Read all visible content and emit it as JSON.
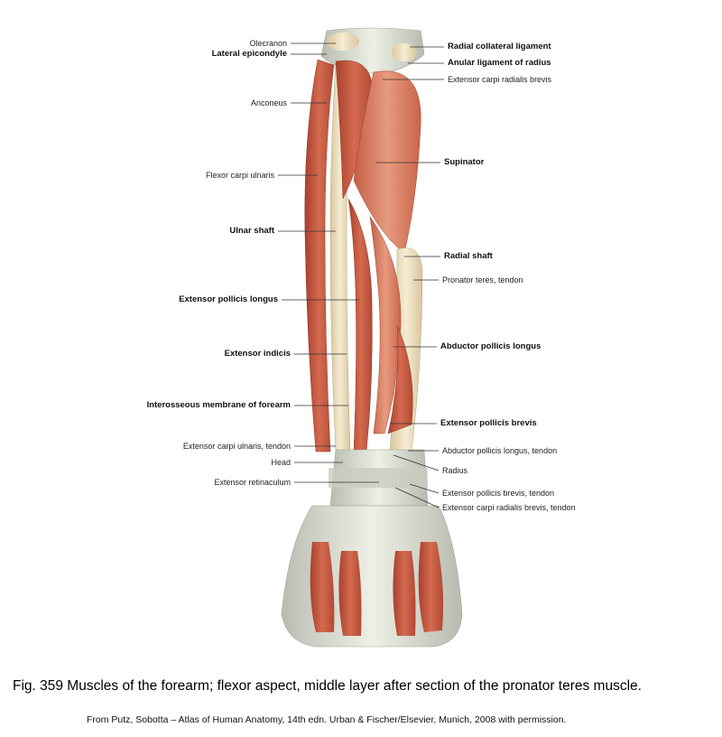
{
  "figure": {
    "labels_left": [
      {
        "id": "olecranon",
        "text": "Olecranon",
        "bold": false
      },
      {
        "id": "lateral-epicondyle",
        "text": "Lateral epicondyle",
        "bold": true
      },
      {
        "id": "anconeus",
        "text": "Anconeus",
        "bold": false
      },
      {
        "id": "flexor-carpi-ulnaris",
        "text": "Flexor carpi ulnaris",
        "bold": false
      },
      {
        "id": "ulnar-shaft",
        "text": "Ulnar shaft",
        "bold": true
      },
      {
        "id": "extensor-pollicis-longus",
        "text": "Extensor pollicis longus",
        "bold": true
      },
      {
        "id": "extensor-indicis",
        "text": "Extensor indicis",
        "bold": true
      },
      {
        "id": "interosseous-membrane",
        "text": "Interosseous membrane of forearm",
        "bold": true
      },
      {
        "id": "ecu-tendon",
        "text": "Extensor carpi ulnaris, tendon",
        "bold": false
      },
      {
        "id": "head",
        "text": "Head",
        "bold": false
      },
      {
        "id": "extensor-retinaculum",
        "text": "Extensor retinaculum",
        "bold": false
      }
    ],
    "labels_right": [
      {
        "id": "radial-collateral-ligament",
        "text": "Radial collateral ligament",
        "bold": true
      },
      {
        "id": "anular-ligament",
        "text": "Anular ligament of radius",
        "bold": true
      },
      {
        "id": "ecrb",
        "text": "Extensor carpi radialis brevis",
        "bold": false
      },
      {
        "id": "supinator",
        "text": "Supinator",
        "bold": true
      },
      {
        "id": "radial-shaft",
        "text": "Radial shaft",
        "bold": true
      },
      {
        "id": "pronator-teres-tendon",
        "text": "Pronator teres, tendon",
        "bold": false
      },
      {
        "id": "abductor-pollicis-longus",
        "text": "Abductor pollicis longus",
        "bold": true
      },
      {
        "id": "extensor-pollicis-brevis",
        "text": "Extensor pollicis brevis",
        "bold": true
      },
      {
        "id": "apl-tendon",
        "text": "Abductor pollicis longus, tendon",
        "bold": false
      },
      {
        "id": "radius",
        "text": "Radius",
        "bold": false
      },
      {
        "id": "epb-tendon",
        "text": "Extensor pollicis brevis, tendon",
        "bold": false
      },
      {
        "id": "ecrb-tendon",
        "text": "Extensor carpi radialis brevis, tendon",
        "bold": false
      }
    ]
  },
  "caption": "Fig. 359 Muscles of the forearm; flexor aspect, middle layer after section of the pronator teres muscle.",
  "credit": "From Putz, Sobotta – Atlas of Human Anatomy, 14th edn. Urban & Fischer/Elsevier, Munich, 2008 with permission.",
  "colors": {
    "muscle": "#c8573f",
    "muscle_light": "#de8a6e",
    "bone": "#efe2c2",
    "tendon": "#d9dccf",
    "leader": "#333333"
  }
}
